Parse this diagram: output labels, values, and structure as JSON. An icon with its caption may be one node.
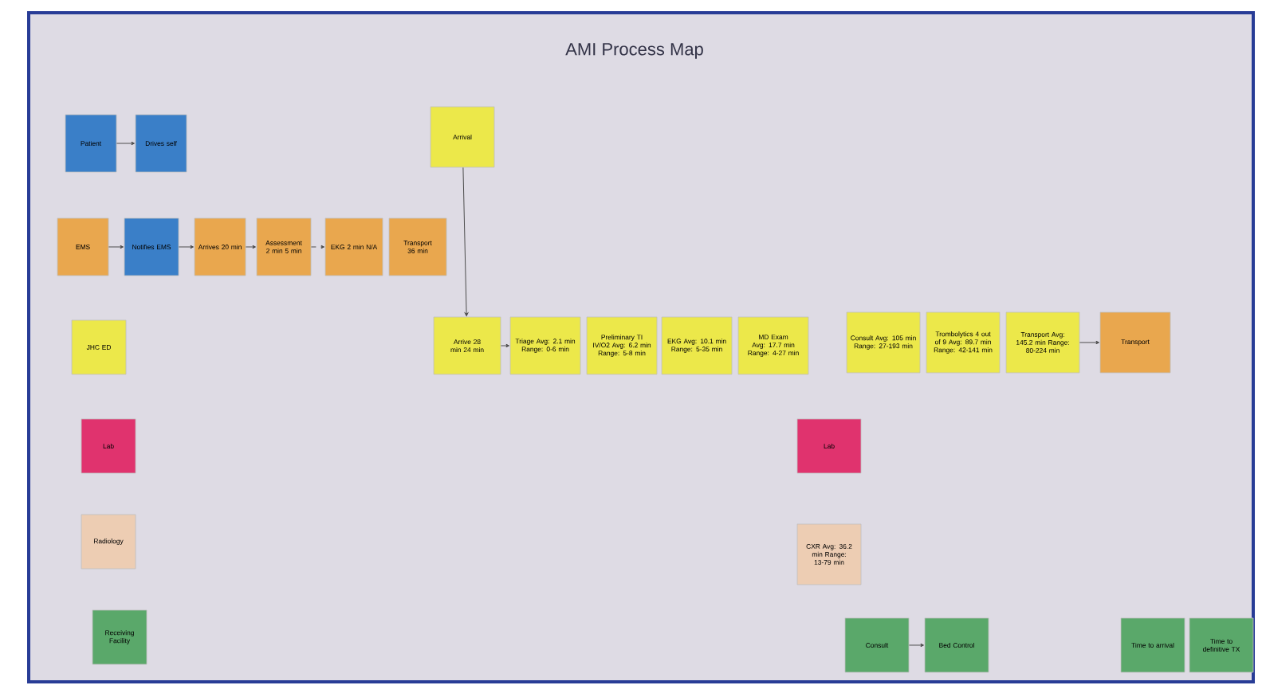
{
  "diagram": {
    "title": "AMI Process Map",
    "nodes": [
      {
        "text": [
          "Patient"
        ]
      },
      {
        "text": [
          "Drives self"
        ]
      },
      {
        "text": [
          "Arrival"
        ]
      },
      {
        "text": [
          "EMS"
        ]
      },
      {
        "text": [
          "Notifies EMS"
        ]
      },
      {
        "text": [
          "Arrives 20 min"
        ]
      },
      {
        "text": [
          "Assessment 2 min 5 min"
        ]
      },
      {
        "text": [
          "EKG 2 min N/A"
        ]
      },
      {
        "text": [
          "Transport 36 min"
        ]
      },
      {
        "text": [
          "JHC ED"
        ]
      },
      {
        "text": [
          "Arrive 28 min 24 min"
        ]
      },
      {
        "text": [
          "Triage Avg: 2.1 min Range: 0-6 min"
        ]
      },
      {
        "text": [
          "Preliminary TI IV/O2 Avg: 6.2 min Range: 5-8 min"
        ]
      },
      {
        "text": [
          "EKG Avg: 10.1 min Range: 5-35 min"
        ]
      },
      {
        "text": [
          "MD Exam Avg: 17.7 min Range: 4-27 min"
        ]
      },
      {
        "text": [
          "Consult Avg: 105 min Range: 27-193 min"
        ]
      },
      {
        "text": [
          "Trombolytics 4 out of 9 Avg: 89.7 min Range: 42-141 min"
        ]
      },
      {
        "text": [
          "Transport Avg: 145.2 min Range: 80-224 min"
        ]
      },
      {
        "text": [
          "Transport"
        ]
      },
      {
        "text": [
          "Lab"
        ]
      },
      {
        "text": [
          "Lab"
        ]
      },
      {
        "text": [
          "Radiology"
        ]
      },
      {
        "text": [
          "CXR Avg: 36.2 min Range: 13-79 min"
        ]
      },
      {
        "text": [
          "Receiving Facility"
        ]
      },
      {
        "text": [
          "Consult"
        ]
      },
      {
        "text": [
          "Bed Control"
        ]
      },
      {
        "text": [
          "Time to arrival"
        ]
      },
      {
        "text": [
          "Time to definitive TX"
        ]
      }
    ],
    "edges": [
      {
        "from": 0,
        "to": 1,
        "arrow": "to"
      },
      {
        "from": 3,
        "to": 4,
        "arrow": "to"
      },
      {
        "from": 4,
        "to": 5,
        "arrow": "to"
      },
      {
        "from": 5,
        "to": 6,
        "arrow": "to"
      },
      {
        "from": 6,
        "to": 7,
        "arrow": "to",
        "style": "dashed"
      },
      {
        "from": 2,
        "to": 10,
        "arrow": "to"
      },
      {
        "from": 10,
        "to": 11,
        "arrow": "to"
      },
      {
        "from": 17,
        "to": 18,
        "arrow": "to"
      },
      {
        "from": 24,
        "to": 25,
        "arrow": "to"
      }
    ]
  }
}
